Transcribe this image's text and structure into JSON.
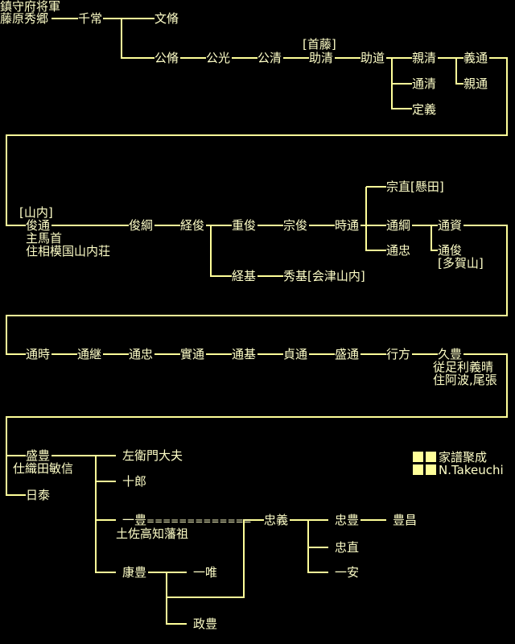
{
  "colors": {
    "line": "#ffff99",
    "text": "#ffffc8",
    "background": "#000000"
  },
  "row1": {
    "title": "鎮守府将軍",
    "founder": "藤原秀郷",
    "chitsune": "千常",
    "fumikore": "文脩",
    "kimikore": "公脩",
    "kimimitsu": "公光",
    "kimikiyo": "公清",
    "sudo_note": "[首藤]",
    "sukekiyo": "助清",
    "sukemichi": "助道",
    "chikakiyo": "親清",
    "michikiyo": "通清",
    "sadayoshi": "定義",
    "yoshimichi": "義通",
    "chikamichi": "親通"
  },
  "row2": {
    "yamauchi_note": "[山内]",
    "toshimichi": "俊通",
    "toshimichi_title": "主馬首",
    "toshimichi_residence": "住相模国山内荘",
    "toshitsuna": "俊綱",
    "tsunetoshi": "経俊",
    "shigetoshi": "重俊",
    "tsunemoto": "経基",
    "hidemoto": "秀基[会津山内]",
    "munetoshi": "宗俊",
    "tokimichi": "時通",
    "munenao": "宗直[懸田]",
    "michitsuna": "通綱",
    "michitada": "通忠",
    "michisuke": "通資",
    "michitoshi": "通俊",
    "tagayama_note": "[多賀山]"
  },
  "row3": {
    "names": [
      "通時",
      "通継",
      "通忠",
      "實通",
      "通基",
      "貞通",
      "盛通",
      "行方",
      "久豊"
    ],
    "hisatoyo_note1": "従足利義晴",
    "hisatoyo_note2": "住阿波,尾張"
  },
  "row4": {
    "moritoyo": "盛豊",
    "moritoyo_note": "仕織田敏信",
    "nittai": "日泰",
    "saemon": "左衛門大夫",
    "juro": "十郎",
    "kazutoyo": "一豊",
    "kazutoyo_dashes": "=============",
    "kazutoyo_note": "土佐高知藩祖",
    "yasutoyo": "康豊",
    "kazutada": "一唯",
    "masatoyo": "政豊",
    "tadayoshi": "忠義",
    "tadatoyo": "忠豊",
    "tadanao": "忠直",
    "kazuyasu": "一安",
    "toyomasa": "豊昌"
  },
  "credit": {
    "line1": "家譜聚成",
    "line2": "N.Takeuchi"
  }
}
